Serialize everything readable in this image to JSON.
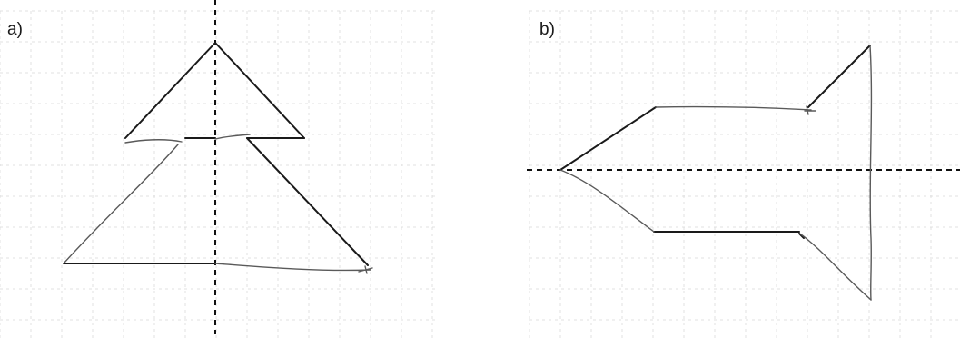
{
  "panels": [
    {
      "id": "a",
      "label": "a)"
    },
    {
      "id": "b",
      "label": "b)"
    }
  ],
  "colors": {
    "grid": "#d9d9d9",
    "ink": "#1a1a1a",
    "pencil": "#5a5a5a",
    "background": "#ffffff"
  }
}
